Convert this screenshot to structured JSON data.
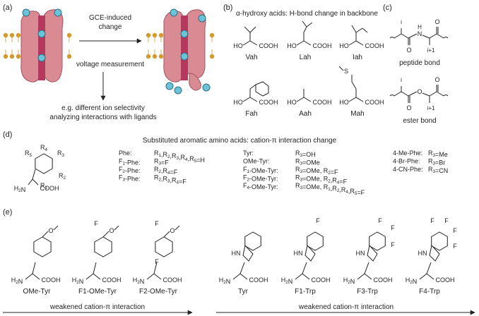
{
  "panel_a": {
    "label": "(a)",
    "arrow_text_1": "GCE-induced",
    "arrow_text_2": "change",
    "voltage": "voltage measurement",
    "result_1": "e.g. different ion selectivity",
    "result_2": "analyzing interactions with ligands"
  },
  "panel_b": {
    "label": "(b)",
    "title": "α-hydroxy acids: H-bond change in backbone",
    "names": [
      "Vah",
      "Lah",
      "Iah",
      "Fah",
      "Aah",
      "Mah"
    ],
    "ho": "HO",
    "cooh": "COOH",
    "s_atom": "S"
  },
  "panel_c": {
    "label": "(c)",
    "i": "i",
    "i1": "i+1",
    "n_atom": "N",
    "h_atom": "H",
    "o_atom": "O",
    "peptide": "peptide bond",
    "ester": "ester bond"
  },
  "panel_d": {
    "label": "(d)",
    "title": "Substituted aromatic amino acids: cation-π interaction change",
    "r_labels": [
      "R4",
      "R5",
      "R3",
      "R2",
      "R1"
    ],
    "h2n": "H2N",
    "cooh": "COOH",
    "col1": [
      {
        "name": "Phe:",
        "sub": "R1,R2,R3,R4,R5=H"
      },
      {
        "name": "F1-Phe:",
        "sub": "R3=F"
      },
      {
        "name": "F2-Phe:",
        "sub": "R2,R4=F"
      },
      {
        "name": "F3-Phe:",
        "sub": "R2,R3,R4=F"
      }
    ],
    "col2": [
      {
        "name": "Tyr:",
        "sub": "R3=OH"
      },
      {
        "name": "OMe-Tyr:",
        "sub": "R3=OMe"
      },
      {
        "name": "F1-OMe-Tyr:",
        "sub": "R3=OMe, R2=F"
      },
      {
        "name": "F2-OMe-Tyr:",
        "sub": "R3=OMe, R2,R4=F"
      },
      {
        "name": "F4-OMe-Tyr:",
        "sub": "R3=OMe, R1,R2,R4,R5=F"
      }
    ],
    "col3": [
      {
        "name": "4-Me-Phe:",
        "sub": "R3=Me"
      },
      {
        "name": "4-Br-Phe:",
        "sub": "R3=Br"
      },
      {
        "name": "4-CN-Phe:",
        "sub": "R3=CN"
      }
    ]
  },
  "panel_e": {
    "label": "(e)",
    "names": [
      "OMe-Tyr",
      "F1-OMe-Tyr",
      "F2-OMe-Tyr",
      "Tyr",
      "F1-Trp",
      "F3-Trp",
      "F4-Trp"
    ],
    "arrow_left": "weakened cation-π interaction",
    "arrow_right": "weakened cation-π interaction",
    "f_atom": "F",
    "o_atom": "O",
    "hn": "HN",
    "h2n": "H2N",
    "cooh": "COOH"
  }
}
